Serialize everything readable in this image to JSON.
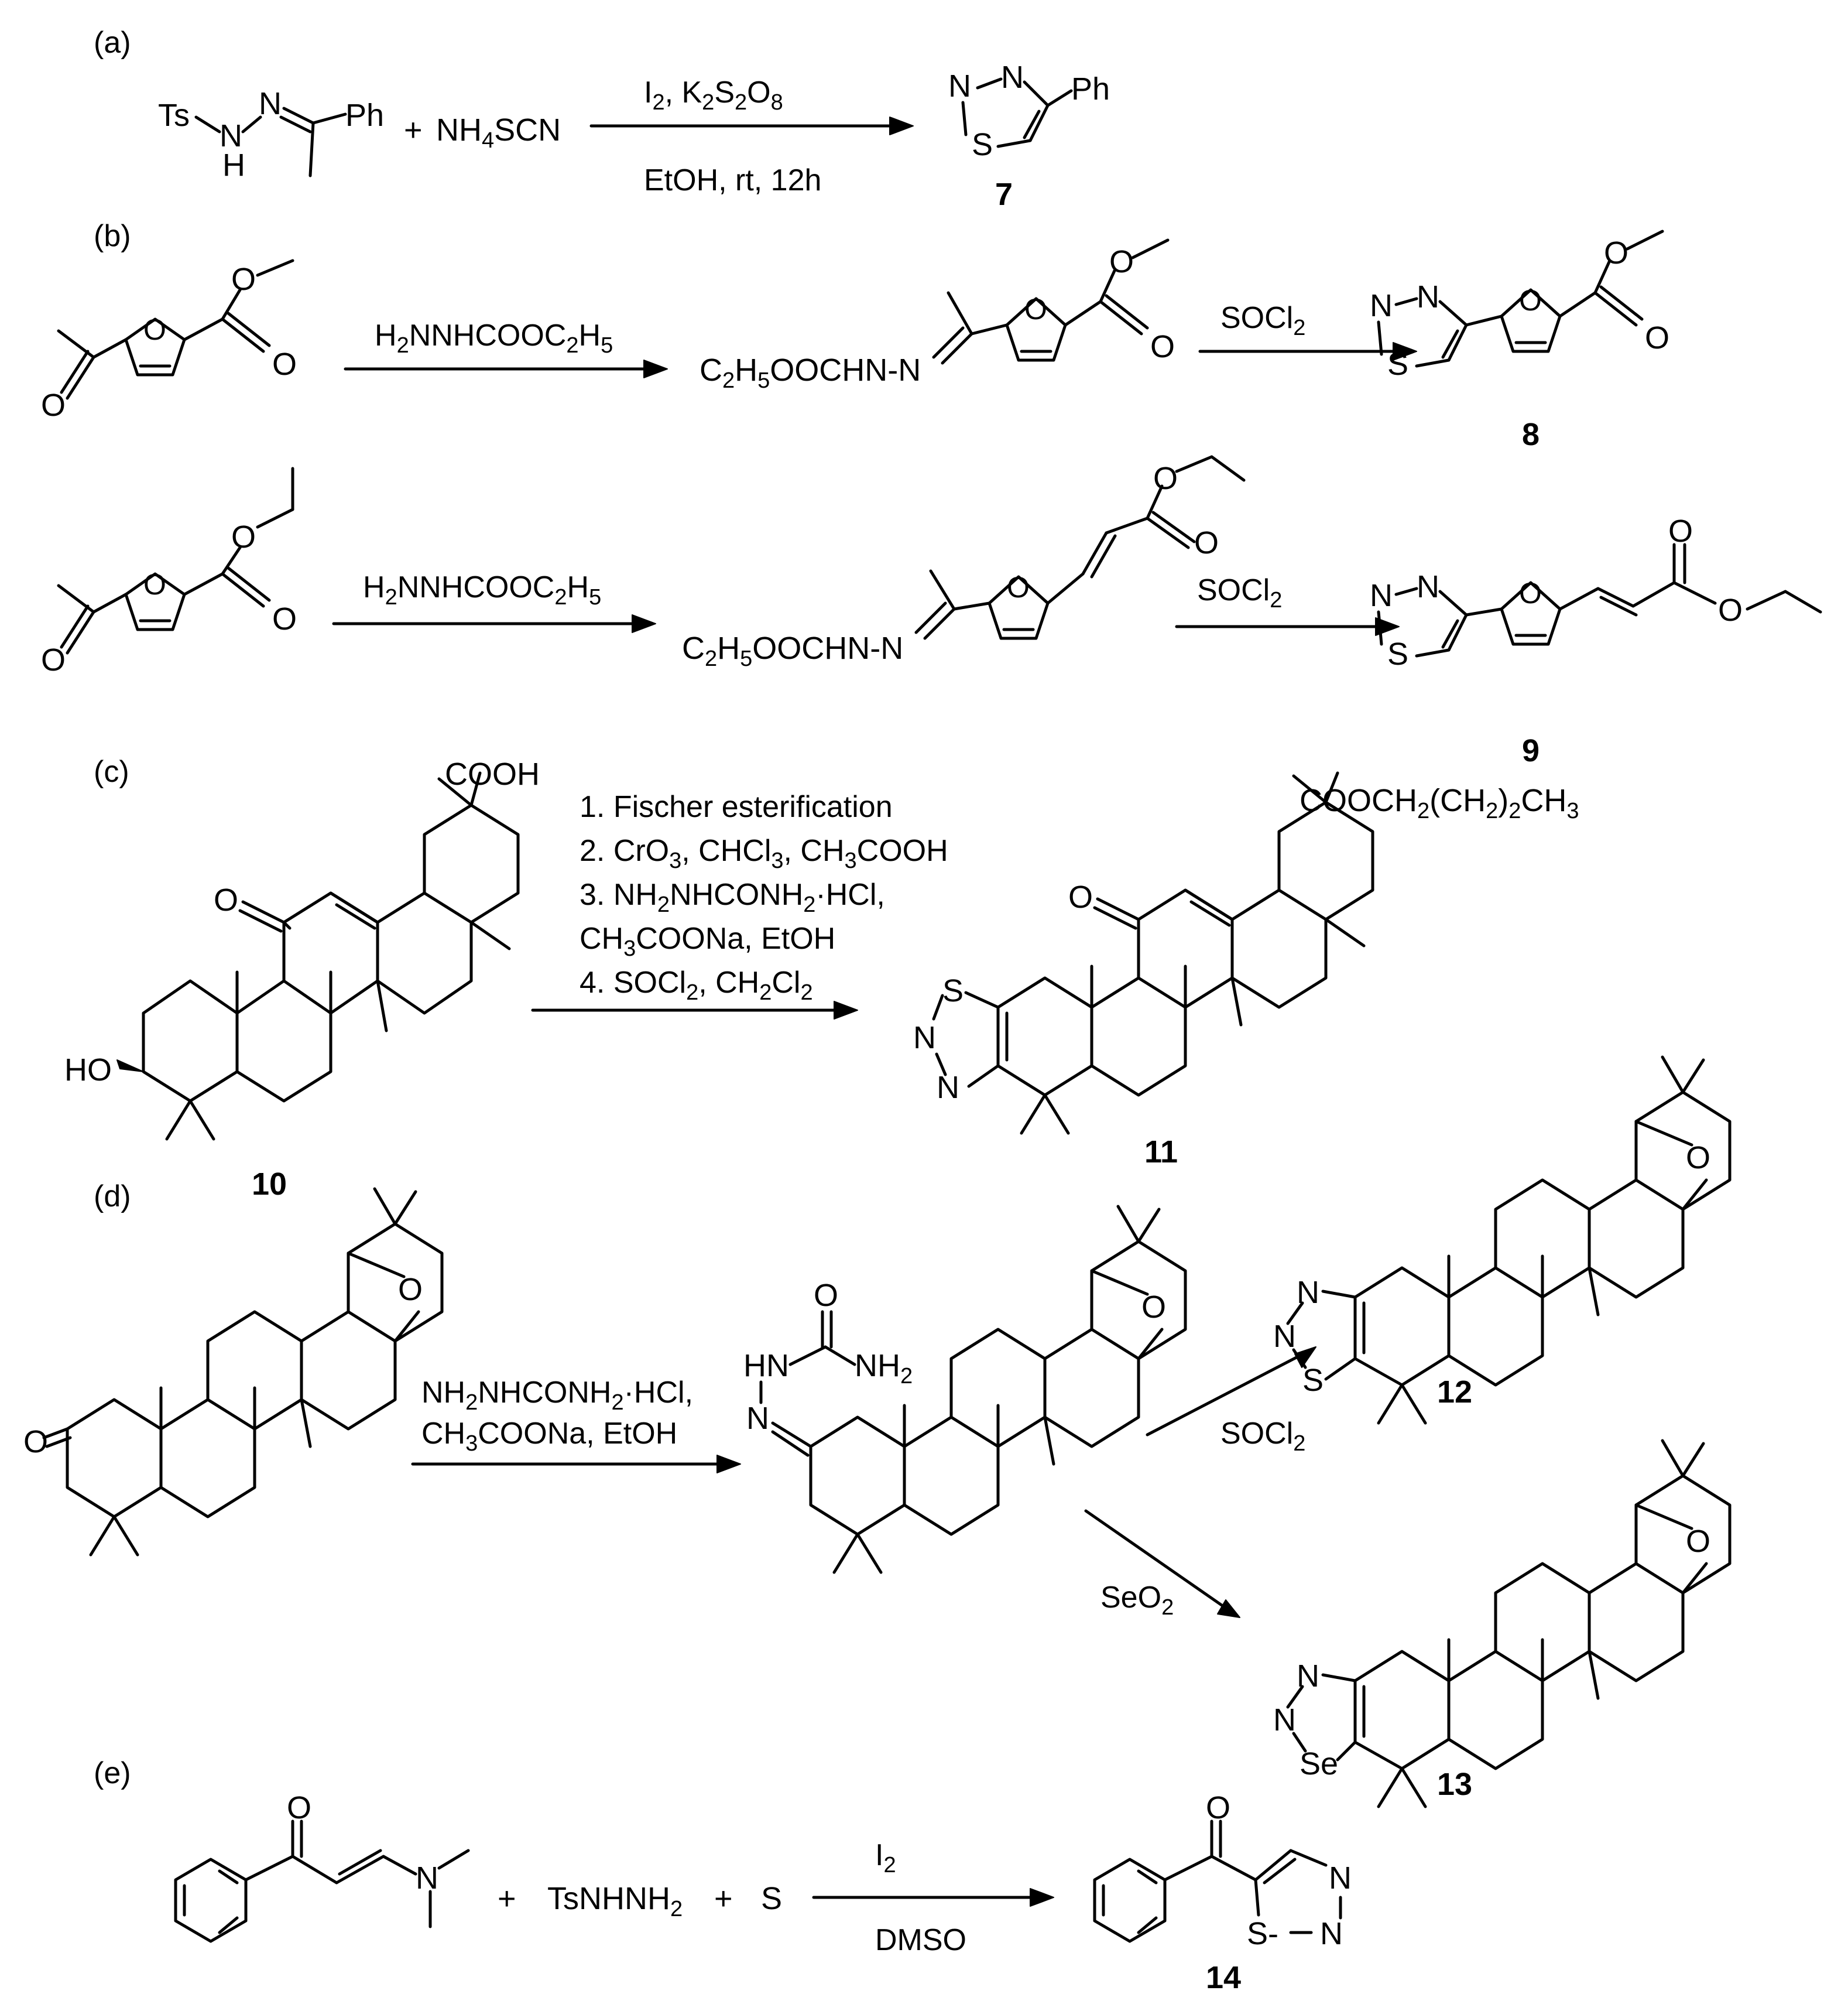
{
  "panels": {
    "a": {
      "label": "(a)",
      "reactant1": "Ts-NH-N=C(CH3)Ph",
      "plus": "+",
      "reagent_sub": "4",
      "reagent_pre": "NH",
      "reagent_post": "SCN",
      "cond_top": "I2, K2S2O8",
      "cond_bottom": "EtOH, rt, 12h",
      "product_number": "7",
      "product_ph": "Ph"
    },
    "b": {
      "label": "(b)",
      "reagent1": "H2NNHCOOC2H5",
      "reagent2": "H2NNHCOOC2H5",
      "intermediate_prefix": "C2H5OOCHN-N",
      "cond1": "SOCl2",
      "cond2": "SOCl2",
      "product1_number": "8",
      "product2_number": "9"
    },
    "c": {
      "label": "(c)",
      "steps": [
        "1. Fischer esterification",
        "2. CrO3, CHCl3, CH3COOH",
        "3. NH2NHCONH2·HCl,",
        "CH3COONa, EtOH",
        "4. SOCl2, CH2Cl2"
      ],
      "reactant_number": "10",
      "product_number": "11",
      "cooh": "COOH",
      "ester": "COOCH2(CH2)2CH3",
      "ho": "HO"
    },
    "d": {
      "label": "(d)",
      "cond_top": "NH2NHCONH2·HCl,",
      "cond_bottom": "CH3COONa, EtOH",
      "cond_socl2": "SOCl2",
      "cond_seo2": "SeO2",
      "product1_number": "12",
      "product2_number": "13"
    },
    "e": {
      "label": "(e)",
      "plus": "+",
      "reagent": "TsNHNH2",
      "sulfur": "S",
      "cond_top": "I2",
      "cond_bottom": "DMSO",
      "product_number": "14"
    }
  }
}
